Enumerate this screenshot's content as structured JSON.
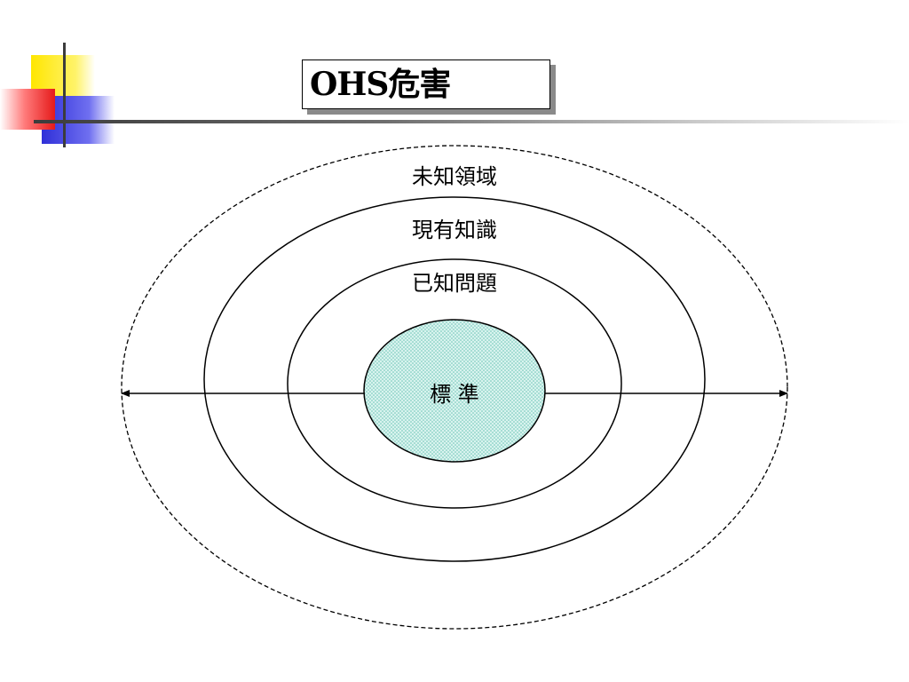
{
  "title": "OHS危害",
  "rings": {
    "outer_label": "未知領域",
    "middle_label": "現有知識",
    "inner_label": "已知問題",
    "core_label": "標 準"
  },
  "colors": {
    "core_fill": "#d8f3ee",
    "core_dots": "#6bc4b6",
    "stroke": "#000000"
  }
}
